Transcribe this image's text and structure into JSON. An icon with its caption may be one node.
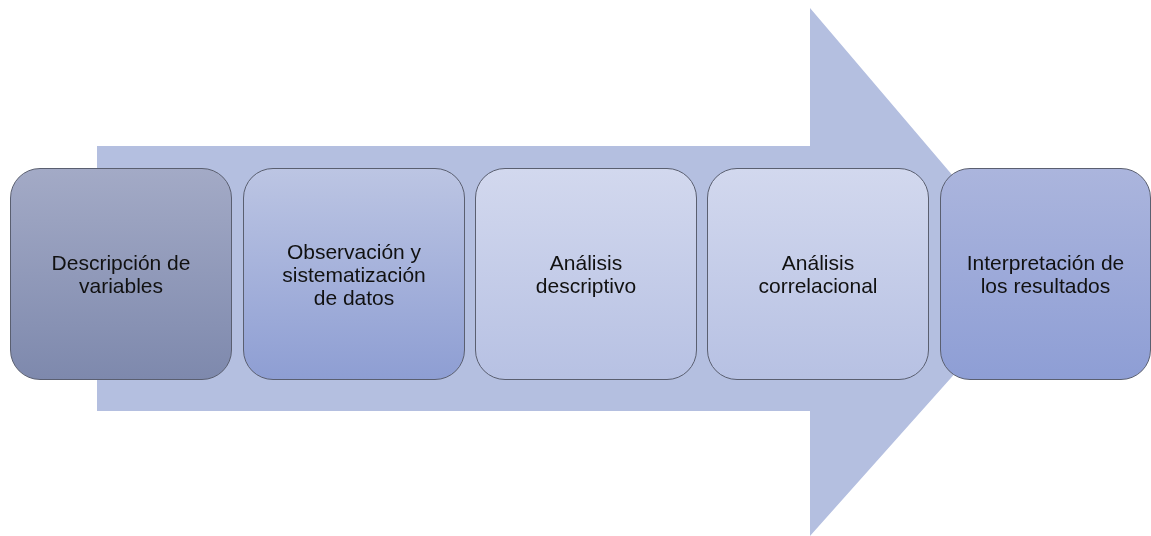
{
  "diagram": {
    "nodes": [
      {
        "text": [
          "Descripción de variables"
        ]
      },
      {
        "text": [
          "Observación y sistematización de datos"
        ]
      },
      {
        "text": [
          "Análisis descriptivo"
        ]
      },
      {
        "text": [
          "Análisis correlacional"
        ]
      },
      {
        "text": [
          "Interpretación de los resultados"
        ]
      }
    ],
    "edges": [
      {
        "from": 0,
        "to": 4,
        "arrow": "to"
      }
    ]
  }
}
